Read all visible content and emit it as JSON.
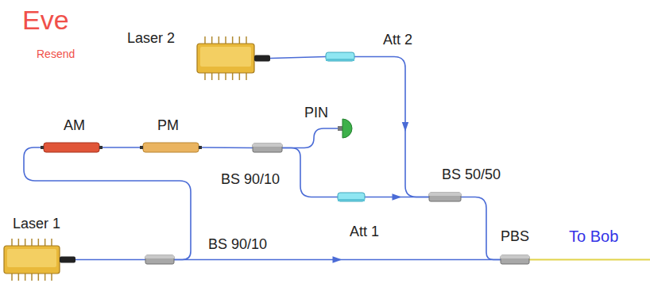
{
  "diagram": {
    "title": "Eve",
    "nodes": [
      {
        "text": [
          "Laser 2"
        ]
      },
      {
        "text": [
          "Att 2"
        ]
      },
      {
        "text": [
          "AM"
        ]
      },
      {
        "text": [
          "PM"
        ]
      },
      {
        "text": [
          "PIN"
        ]
      },
      {
        "text": [
          "BS 90/10"
        ]
      },
      {
        "text": [
          "Att 1"
        ]
      },
      {
        "text": [
          "BS 50/50"
        ]
      },
      {
        "text": [
          "Laser 1"
        ]
      },
      {
        "text": [
          "BS 90/10"
        ]
      },
      {
        "text": [
          "PBS"
        ]
      }
    ],
    "edges": [
      {
        "from": 0,
        "to": 1,
        "arrow": "none"
      },
      {
        "from": 1,
        "to": 7,
        "arrow": "to"
      },
      {
        "from": 8,
        "to": 9,
        "arrow": "none"
      },
      {
        "from": 9,
        "to": 2,
        "arrow": "none"
      },
      {
        "from": 2,
        "to": 3,
        "arrow": "none"
      },
      {
        "from": 3,
        "to": 5,
        "arrow": "none"
      },
      {
        "from": 5,
        "to": 4,
        "arrow": "none"
      },
      {
        "from": 5,
        "to": 6,
        "arrow": "none"
      },
      {
        "from": 6,
        "to": 7,
        "arrow": "to"
      },
      {
        "from": 7,
        "to": 10,
        "arrow": "none"
      },
      {
        "from": 9,
        "to": 10,
        "arrow": "to"
      }
    ],
    "labels": [
      "Resend",
      "To Bob"
    ]
  }
}
